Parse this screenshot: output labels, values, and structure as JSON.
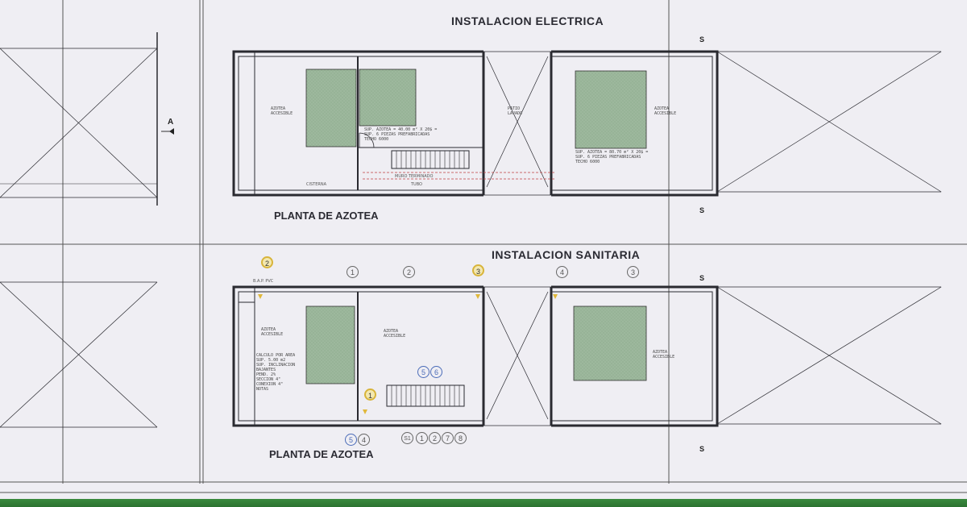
{
  "sheet": {
    "title_electrica": "INSTALACION ELECTRICA",
    "title_sanitaria": "INSTALACION SANITARIA",
    "caption_top": "PLANTA DE AZOTEA",
    "caption_bottom": "PLANTA DE AZOTEA",
    "section_marker": "A",
    "section_s": "S",
    "colors": {
      "paper": "#efeef3",
      "line": "#2a2a30",
      "green_hatch": "#8fae8f",
      "gold_bubble": "#d8b43a",
      "blue_bubble": "#4a6bb8",
      "ground": "#2c7331"
    }
  },
  "electrica": {
    "labels": {
      "azotea_left": "AZOTEA\nACCESIBLE",
      "azotea_right": "AZOTEA\nACCESIBLE",
      "sup_azotea_1": "SUP. AZOTEA = 40.00 m² X 20$ =\nSUP. 6 PIEZAS PREFABRICADAS\nTECHO 6000",
      "sup_azotea_2": "SUP. AZOTEA = 80.70 m² X 20$ =\nSUP. 6 PIEZAS PREFABRICADAS\nTECHO 6000",
      "lavado": "PATIO\nLAVADO",
      "muro": "MURO TERMINADO",
      "tubo": "TUBO",
      "cisterna": "CISTERNA"
    }
  },
  "sanitaria": {
    "top_bubbles": [
      "2",
      "1",
      "2",
      "3",
      "4",
      "3"
    ],
    "mid_bubbles": [
      "5",
      "6"
    ],
    "inner_bubble": "1",
    "bottom_bubbles_left": [
      "5",
      "4"
    ],
    "bottom_bubbles_right": [
      "S1",
      "1",
      "2",
      "7",
      "8"
    ],
    "labels": {
      "azotea_left": "AZOTEA\nACCESIBLE",
      "azotea_mid": "AZOTEA\nACCESIBLE",
      "azotea_right": "AZOTEA\nACCESIBLE",
      "bap": "B.A.P. PVC",
      "notes": "CALCULO POR AREA\nSUP. 5.00 m2\nSUP. INCLINACION\nBAJANTES\nPEND. 2%\nSECCION 4\"\nCONEXION 4\"\nNOTAS"
    }
  }
}
